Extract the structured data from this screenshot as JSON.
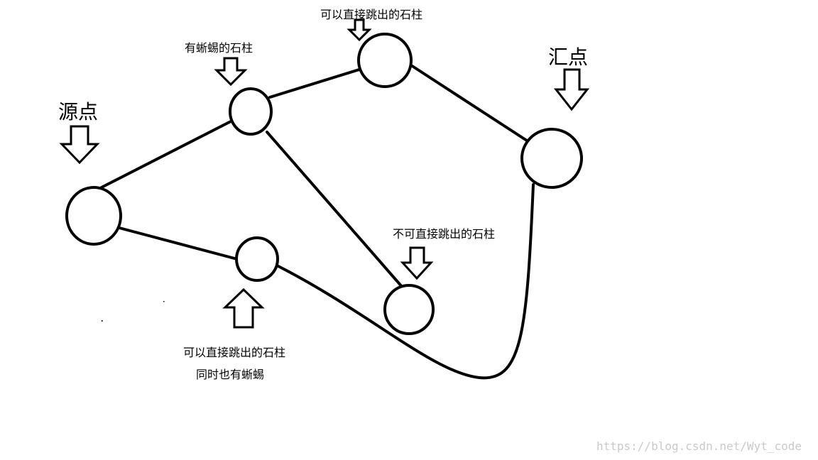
{
  "labels": {
    "source": "源点",
    "sink": "汇点",
    "top_pillar": "可以直接跳出的石柱",
    "lizard_pillar": "有蜥蜴的石柱",
    "blocked_pillar": "不可直接跳出的石柱",
    "bottom_pillar_line1": "可以直接跳出的石柱",
    "bottom_pillar_line2": "同时也有蜥蜴"
  },
  "watermark": "https://blog.csdn.net/Wyt_code",
  "colors": {
    "stroke": "#000000",
    "background": "#ffffff",
    "watermark": "#c9c9c9"
  },
  "diagram": {
    "nodes": [
      {
        "id": "source"
      },
      {
        "id": "lizard"
      },
      {
        "id": "top"
      },
      {
        "id": "sink"
      },
      {
        "id": "bottom"
      },
      {
        "id": "blocked"
      }
    ],
    "edges": [
      {
        "from": "source",
        "to": "lizard"
      },
      {
        "from": "source",
        "to": "bottom"
      },
      {
        "from": "lizard",
        "to": "top"
      },
      {
        "from": "lizard",
        "to": "blocked"
      },
      {
        "from": "top",
        "to": "sink"
      },
      {
        "from": "bottom",
        "to": "sink"
      }
    ]
  }
}
